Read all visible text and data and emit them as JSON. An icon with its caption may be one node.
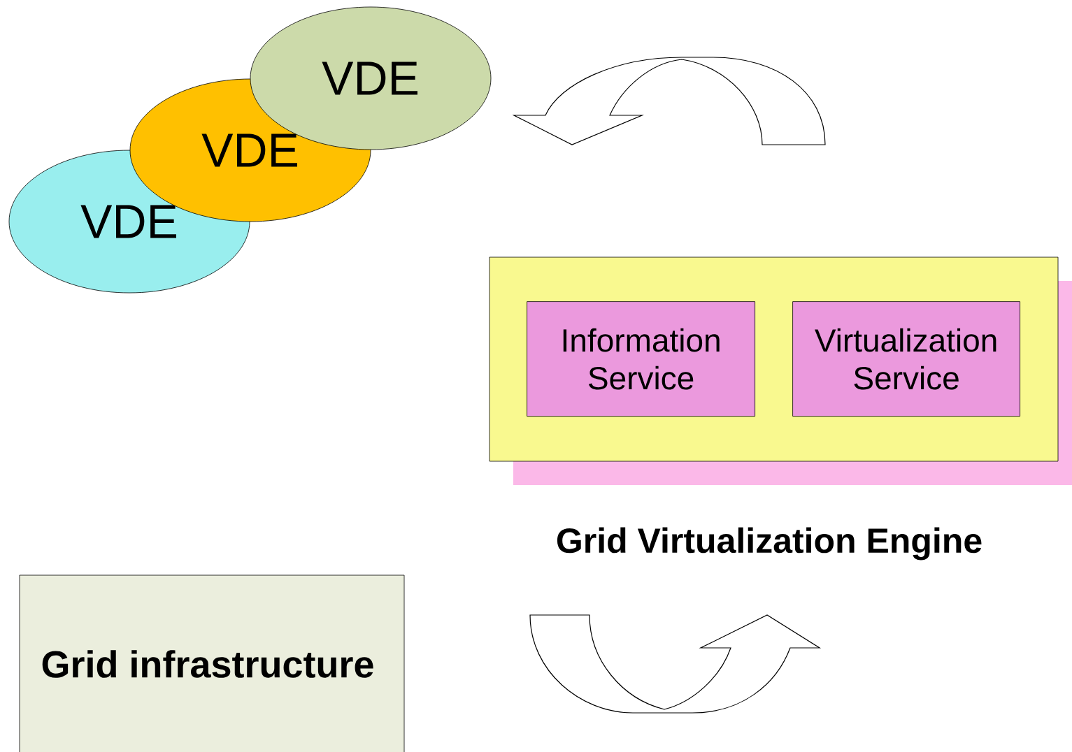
{
  "diagram": {
    "nodes": [
      {
        "text": [
          "VDE"
        ]
      },
      {
        "text": [
          "VDE"
        ]
      },
      {
        "text": [
          "VDE"
        ]
      },
      {
        "text": [
          "Grid Virtualization Engine"
        ]
      },
      {
        "text": [
          "Information Service"
        ],
        "in": 3
      },
      {
        "text": [
          "Virtualization Service"
        ],
        "in": 3
      },
      {
        "text": [
          "Grid infrastructure"
        ]
      }
    ],
    "edges": [
      {
        "from": 3,
        "to": 2,
        "arrow": "to"
      },
      {
        "from": 6,
        "to": 3,
        "arrow": "to"
      }
    ]
  }
}
